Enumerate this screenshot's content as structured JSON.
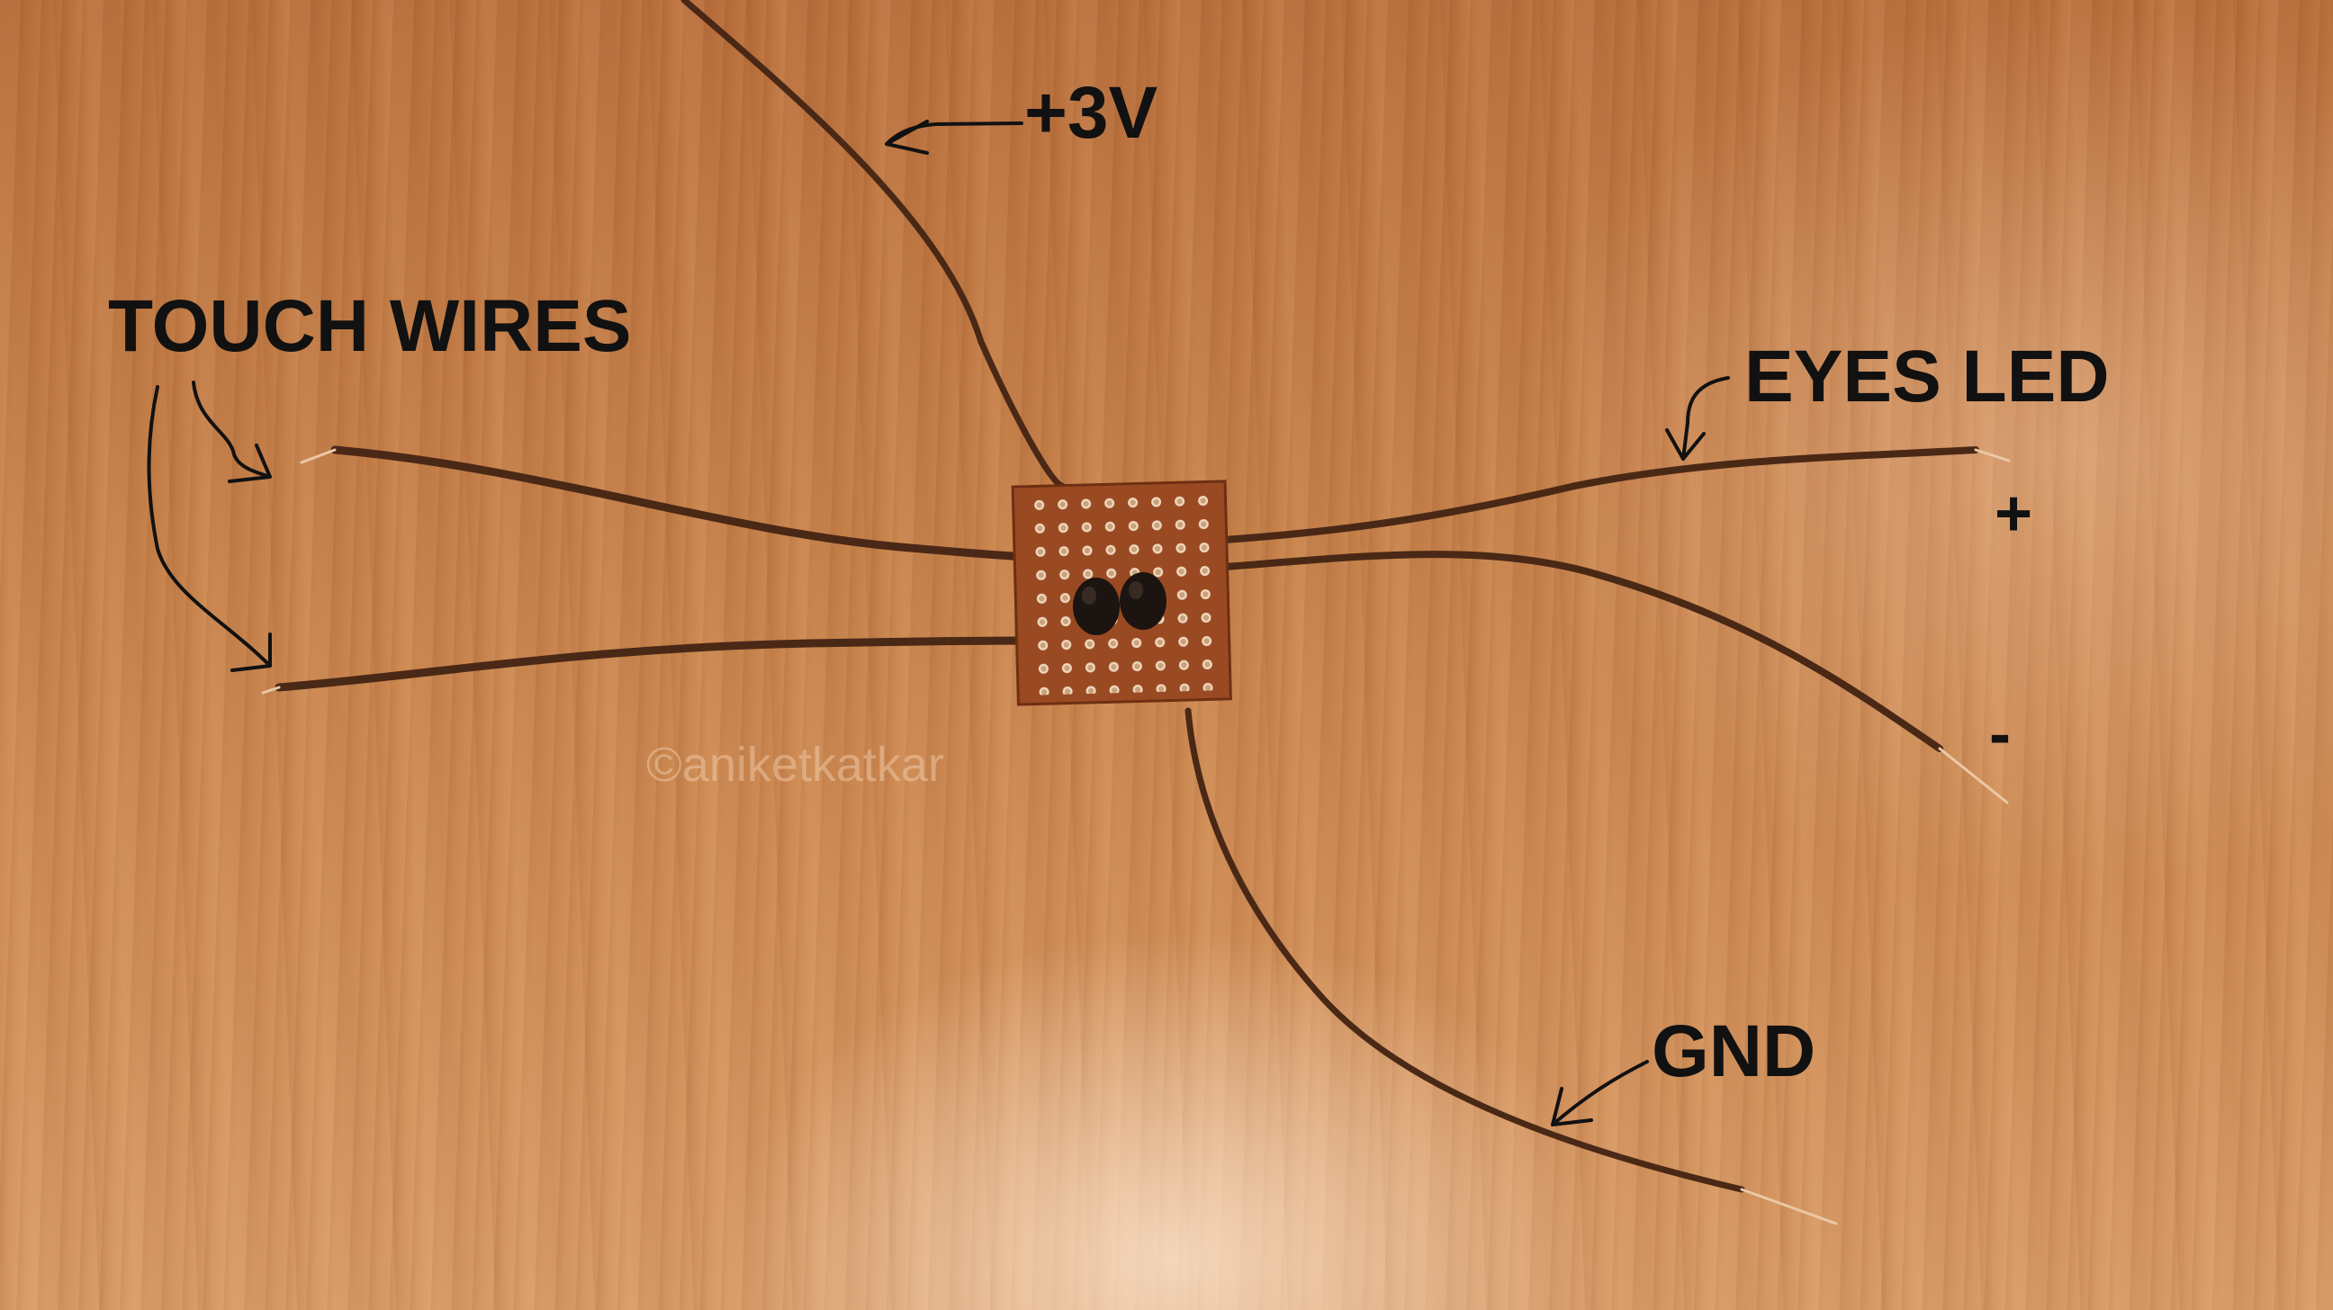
{
  "labels": {
    "plus_3v": "+3V",
    "touch_wires": "TOUCH WIRES",
    "eyes_led": "EYES LED",
    "plus": "+",
    "minus": "-",
    "gnd": "GND"
  },
  "watermark": "©aniketkatkar",
  "colors": {
    "table_wood": "#c58049",
    "wire": "#4a2816",
    "pcb": "#9a4a22",
    "annotation_ink": "#111111"
  }
}
